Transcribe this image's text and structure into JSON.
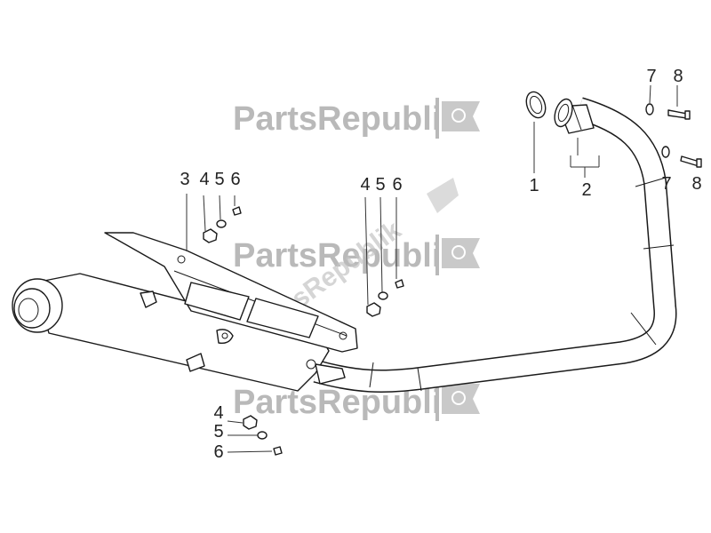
{
  "watermark": {
    "brand": "PartsRepublik"
  },
  "callouts": {
    "c1": "1",
    "c2": "2",
    "c3": "3",
    "c4a": "4",
    "c5a": "5",
    "c6a": "6",
    "c4b": "4",
    "c5b": "5",
    "c6b": "6",
    "c4c": "4",
    "c5c": "5",
    "c6c": "6",
    "c7a": "7",
    "c8a": "8",
    "c7b": "7",
    "c8b": "8"
  },
  "colors": {
    "line": "#1a1a1a",
    "watermark": "#b9b9b9",
    "background": "#ffffff"
  }
}
